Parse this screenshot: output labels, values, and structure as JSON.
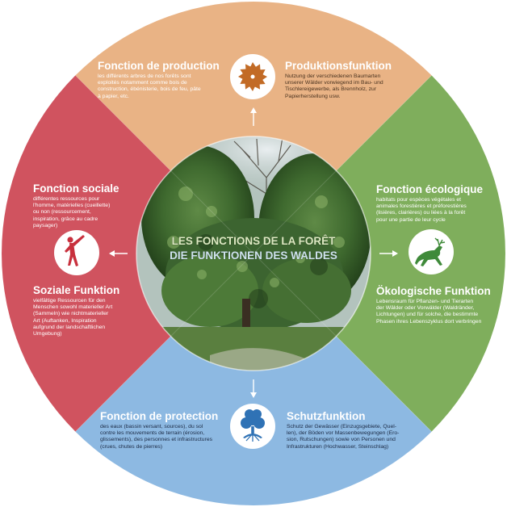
{
  "center": {
    "title_fr": "LES FONCTIONS DE LA FORÊT",
    "title_de": "DIE FUNKTIONEN DES WALDES"
  },
  "sections": {
    "production": {
      "title_fr": "Fonction de production",
      "text_fr": "les différents arbres de nos forêts sont\nexploités notamment comme bois de\nconstruction, ébénisterie, bois de feu, pâte\nà papier, etc.",
      "title_de": "Produktionsfunktion",
      "text_de": "Nutzung der verschiedenen Baumarten\nunserer Wälder vorwiegend im Bau- und\nTischlereigewerbe, als Brennholz, zur\nPapierherstellung usw.",
      "color": "#e9b385",
      "icon": "saw-blade-icon"
    },
    "ecologique": {
      "title_fr": "Fonction écologique",
      "text_fr": "habitats pour espèces végétales et\nanimales forestières et préforestières\n(lisières, clairières) ou liées à la forêt\npour une partie de leur cycle",
      "title_de": "Ökologische Funktion",
      "text_de": "Lebensraum für Pflanzen- und Tierarten\nder Wälder oder Vorwälder (Waldränder,\nLichtungen) und für solche, die bestimmte\nPhasen ihres Lebenszyklus dort verbringen",
      "color": "#7fae5c",
      "icon": "deer-icon"
    },
    "protection": {
      "title_fr": "Fonction de protection",
      "text_fr": "des eaux (bassin versant, sources), du sol\ncontre les mouvements de terrain (érosion,\nglissements), des personnes et infrastructures\n(crues, chutes de pierres)",
      "title_de": "Schutzfunktion",
      "text_de": "Schutz der Gewässer (Einzugsgebiete, Quel-\nlen), der Böden vor Massenbewegungen (Ero-\nsion, Rutschungen) sowie von Personen und\nInfrastrukturen (Hochwasser, Steinschlag)",
      "color": "#8db9e2",
      "icon": "tree-roots-icon"
    },
    "sociale": {
      "title_fr": "Fonction sociale",
      "text_fr": "différentes ressources pour\nl'homme, matérielles (cueillette)\nou non (ressourcement,\ninspiration, grâce au cadre\npaysager)",
      "title_de": "Soziale Funktion",
      "text_de": "vielfältige Ressourcen für den\nMenschen sowohl materieller Art\n(Sammeln) wie nichtmaterieller\nArt (Auftanken, Inspiration\naufgrund der landschaftlichen\nUmgebung)",
      "color": "#d0535f",
      "icon": "stretching-person-icon"
    }
  }
}
